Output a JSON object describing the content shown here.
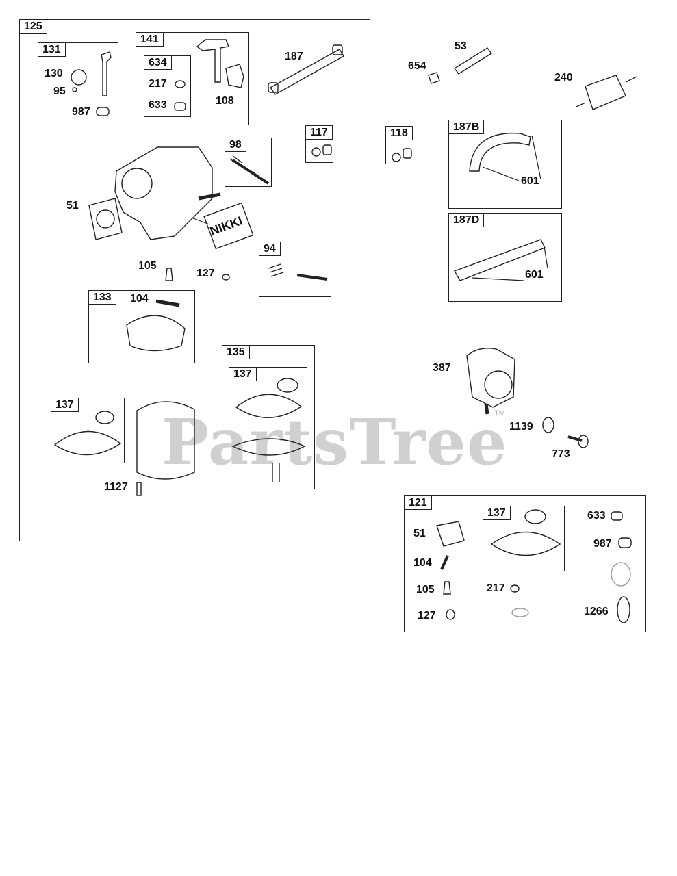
{
  "groups": {
    "g125": "125",
    "g131": "131",
    "g141": "141",
    "g634": "634",
    "g98": "98",
    "g117": "117",
    "g118": "118",
    "g187b": "187B",
    "g187d": "187D",
    "g94": "94",
    "g133": "133",
    "g135": "135",
    "g137a": "137",
    "g137b": "137",
    "g121": "121",
    "g137c": "137"
  },
  "parts": {
    "p130": "130",
    "p95": "95",
    "p987": "987",
    "p217": "217",
    "p633": "633",
    "p108": "108",
    "p187": "187",
    "p51": "51",
    "p105": "105",
    "p127": "127",
    "p104": "104",
    "p1127": "1127",
    "p654": "654",
    "p53": "53",
    "p240": "240",
    "p601a": "601",
    "p601b": "601",
    "p387": "387",
    "p1139": "1139",
    "p773": "773",
    "k51": "51",
    "k104": "104",
    "k105": "105",
    "k127": "127",
    "k217": "217",
    "k633": "633",
    "k987": "987",
    "k1266": "1266"
  },
  "brand_mark": "NIKKI",
  "watermark": "PartsTree",
  "watermark_tm": "TM"
}
